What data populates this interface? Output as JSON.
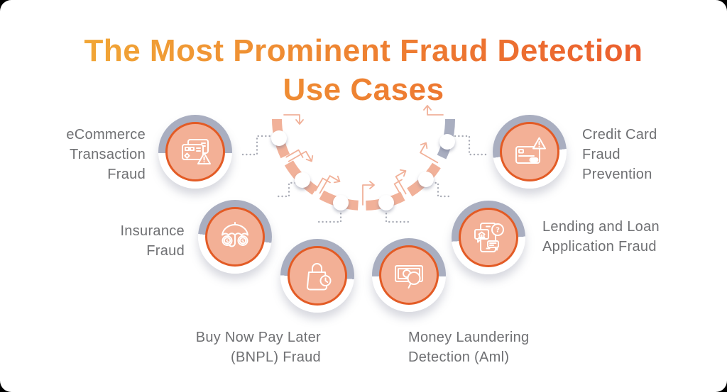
{
  "title": {
    "line1": "The Most Prominent Fraud Detection",
    "line2": "Use Cases",
    "gradient_start": "#f1a636",
    "gradient_end": "#eb5e2e"
  },
  "colors": {
    "accent_orange": "#e35b25",
    "salmon_fill": "#f3b096",
    "arc_salmon": "#f1b199",
    "ring_gray": "#a9aec0",
    "ball_white": "#ffffff",
    "dotted_gray": "#a8abb5",
    "label_gray": "#6f7073",
    "icon_stroke": "#ffffff",
    "frame_black": "#000000",
    "canvas_white": "#ffffff"
  },
  "use_cases": [
    {
      "id": "ecommerce-transaction-fraud",
      "label": "eCommerce Transaction Fraud",
      "icon": "credit-cards-alert-icon"
    },
    {
      "id": "credit-card-fraud-prevention",
      "label": "Credit Card Fraud Prevention",
      "icon": "credit-card-warning-icon"
    },
    {
      "id": "insurance-fraud",
      "label": "Insurance Fraud",
      "icon": "umbrella-money-icon"
    },
    {
      "id": "lending-loan-application-fraud",
      "label": "Lending and Loan Application Fraud",
      "icon": "loan-chat-question-icon"
    },
    {
      "id": "bnpl-fraud",
      "label": "Buy Now Pay Later (BNPL) Fraud",
      "icon": "shopping-bag-clock-icon"
    },
    {
      "id": "money-laundering-detection-aml",
      "label": "Money Laundering Detection (Aml)",
      "icon": "banknote-magnifier-icon"
    }
  ]
}
